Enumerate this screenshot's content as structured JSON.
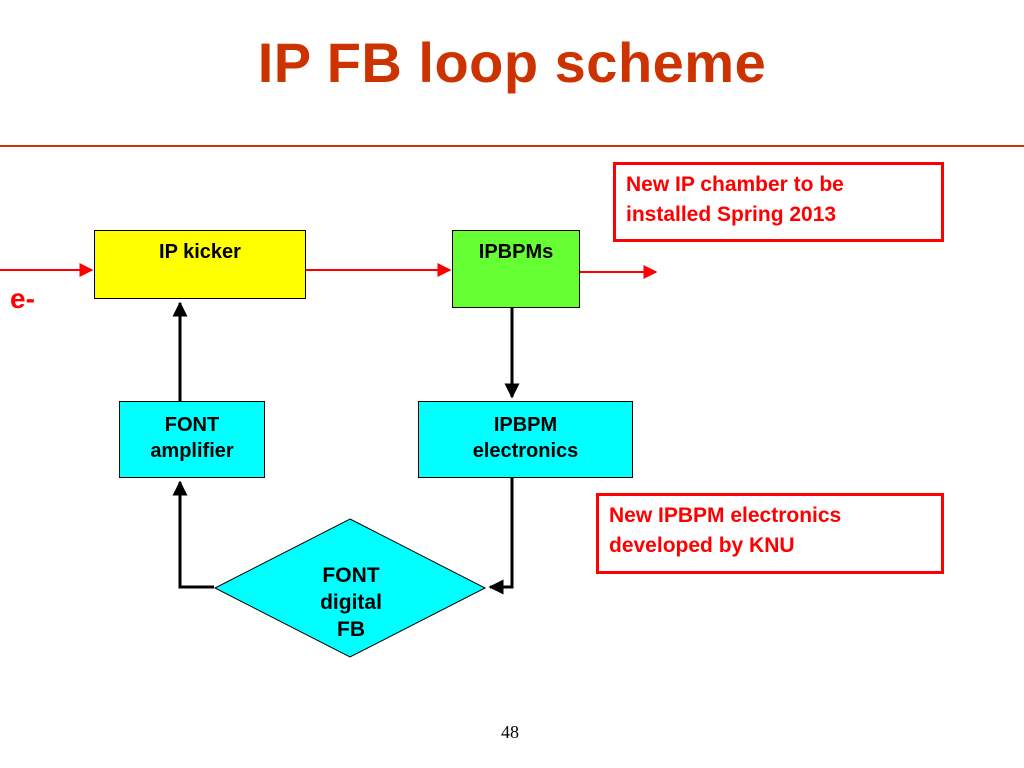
{
  "slide": {
    "title": "IP FB loop scheme",
    "page_number": "48"
  },
  "beam": {
    "label": "e-",
    "color": "#ff0000"
  },
  "blocks": {
    "ip_kicker": "IP kicker",
    "ipbpms": "IPBPMs",
    "font_amplifier": [
      "FONT",
      "amplifier"
    ],
    "ipbpm_electronics": [
      "IPBPM",
      "electronics"
    ],
    "font_digital_fb": [
      "FONT",
      "digital",
      "FB"
    ]
  },
  "notes": {
    "chamber": [
      "New IP chamber to be",
      "installed Spring 2013"
    ],
    "electronics": [
      "New IPBPM electronics",
      "developed by KNU"
    ]
  },
  "colors": {
    "title": "#cc3300",
    "kicker": "#ffff00",
    "ipbpms": "#66ff33",
    "electronics_blocks": "#00ffff",
    "note_border": "#ff0000"
  }
}
